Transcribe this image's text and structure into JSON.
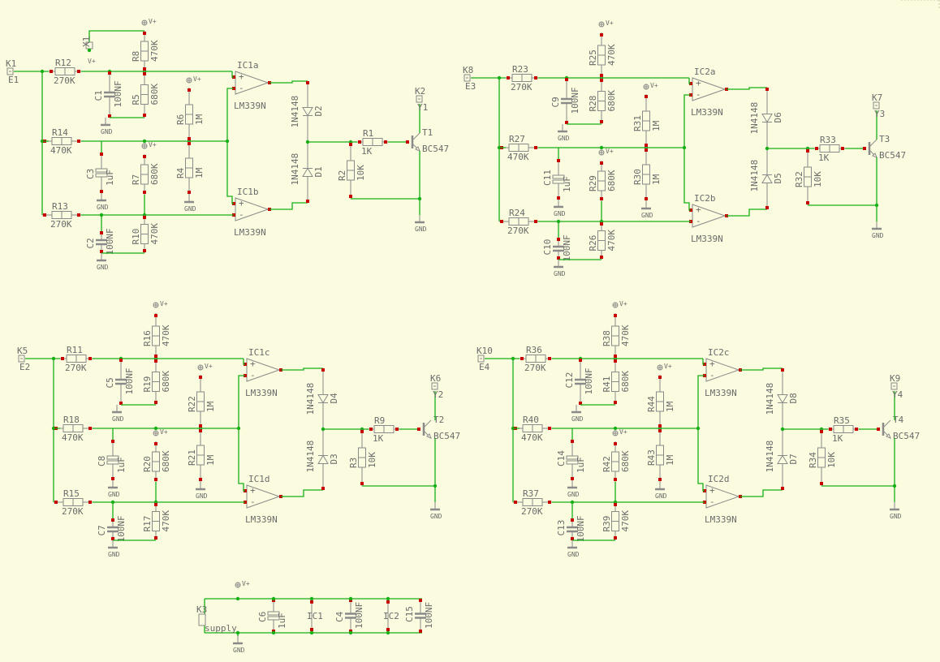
{
  "blocks": [
    {
      "id": "a",
      "input_connector": "K1",
      "input_net": "E1",
      "output_connector": "K2",
      "output_net": "Y1",
      "r_in_top": {
        "ref": "R12",
        "value": "270K"
      },
      "r_in_mid": {
        "ref": "R14",
        "value": "470K"
      },
      "r_in_bot": {
        "ref": "R13",
        "value": "270K"
      },
      "c_top": {
        "ref": "C1",
        "value": "100NF"
      },
      "c_mid": {
        "ref": "C3",
        "value": "1uF"
      },
      "c_bot": {
        "ref": "C2",
        "value": "100NF"
      },
      "r_div_top_hi": {
        "ref": "R8",
        "value": "470K"
      },
      "r_div_top_lo": {
        "ref": "R5",
        "value": "680K"
      },
      "r_div_mid_a": {
        "ref": "R6",
        "value": "1M"
      },
      "r_div_mid_b": {
        "ref": "R4",
        "value": "1M"
      },
      "r_div_bot_hi": {
        "ref": "R7",
        "value": "680K"
      },
      "r_div_bot_lo": {
        "ref": "R10",
        "value": "470K"
      },
      "comp_top": {
        "ref": "IC1a",
        "part": "LM339N"
      },
      "comp_bot": {
        "ref": "IC1b",
        "part": "LM339N"
      },
      "diode_top": {
        "ref": "D2",
        "part": "1N4148"
      },
      "diode_bot": {
        "ref": "D1",
        "part": "1N4148"
      },
      "r_base": {
        "ref": "R1",
        "value": "1K"
      },
      "r_pull": {
        "ref": "R2",
        "value": "10K"
      },
      "transistor": {
        "ref": "T1",
        "part": "BC547"
      },
      "vcc_connector": "X1"
    },
    {
      "id": "b",
      "input_connector": "K8",
      "input_net": "E3",
      "output_connector": "K7",
      "output_net": "Y3",
      "r_in_top": {
        "ref": "R23",
        "value": "270K"
      },
      "r_in_mid": {
        "ref": "R27",
        "value": "470K"
      },
      "r_in_bot": {
        "ref": "R24",
        "value": "270K"
      },
      "c_top": {
        "ref": "C9",
        "value": "100NF"
      },
      "c_mid": {
        "ref": "C11",
        "value": "1uF"
      },
      "c_bot": {
        "ref": "C10",
        "value": "100NF"
      },
      "r_div_top_hi": {
        "ref": "R25",
        "value": "470K"
      },
      "r_div_top_lo": {
        "ref": "R28",
        "value": "680K"
      },
      "r_div_mid_a": {
        "ref": "R31",
        "value": "1M"
      },
      "r_div_mid_b": {
        "ref": "R30",
        "value": "1M"
      },
      "r_div_bot_hi": {
        "ref": "R29",
        "value": "680K"
      },
      "r_div_bot_lo": {
        "ref": "R26",
        "value": "470K"
      },
      "comp_top": {
        "ref": "IC2a",
        "part": "LM339N"
      },
      "comp_bot": {
        "ref": "IC2b",
        "part": "LM339N"
      },
      "diode_top": {
        "ref": "D6",
        "part": "1N4148"
      },
      "diode_bot": {
        "ref": "D5",
        "part": "1N4148"
      },
      "r_base": {
        "ref": "R33",
        "value": "1K"
      },
      "r_pull": {
        "ref": "R32",
        "value": "10K"
      },
      "transistor": {
        "ref": "T3",
        "part": "BC547"
      },
      "vcc_connector": ""
    },
    {
      "id": "c",
      "input_connector": "K5",
      "input_net": "E2",
      "output_connector": "K6",
      "output_net": "Y2",
      "r_in_top": {
        "ref": "R11",
        "value": "270K"
      },
      "r_in_mid": {
        "ref": "R18",
        "value": "470K"
      },
      "r_in_bot": {
        "ref": "R15",
        "value": "270K"
      },
      "c_top": {
        "ref": "C5",
        "value": "100NF"
      },
      "c_mid": {
        "ref": "C8",
        "value": "1uF"
      },
      "c_bot": {
        "ref": "C7",
        "value": "100NF"
      },
      "r_div_top_hi": {
        "ref": "R16",
        "value": "470K"
      },
      "r_div_top_lo": {
        "ref": "R19",
        "value": "680K"
      },
      "r_div_mid_a": {
        "ref": "R22",
        "value": "1M"
      },
      "r_div_mid_b": {
        "ref": "R21",
        "value": "1M"
      },
      "r_div_bot_hi": {
        "ref": "R20",
        "value": "680K"
      },
      "r_div_bot_lo": {
        "ref": "R17",
        "value": "470K"
      },
      "comp_top": {
        "ref": "IC1c",
        "part": "LM339N"
      },
      "comp_bot": {
        "ref": "IC1d",
        "part": "LM339N"
      },
      "diode_top": {
        "ref": "D4",
        "part": "1N4148"
      },
      "diode_bot": {
        "ref": "D3",
        "part": "1N4148"
      },
      "r_base": {
        "ref": "R9",
        "value": "1K"
      },
      "r_pull": {
        "ref": "R3",
        "value": "10K"
      },
      "transistor": {
        "ref": "T2",
        "part": "BC547"
      },
      "vcc_connector": ""
    },
    {
      "id": "d",
      "input_connector": "K10",
      "input_net": "E4",
      "output_connector": "K9",
      "output_net": "Y4",
      "r_in_top": {
        "ref": "R36",
        "value": "270K"
      },
      "r_in_mid": {
        "ref": "R40",
        "value": "470K"
      },
      "r_in_bot": {
        "ref": "R37",
        "value": "270K"
      },
      "c_top": {
        "ref": "C12",
        "value": "100NF"
      },
      "c_mid": {
        "ref": "C14",
        "value": "1uF"
      },
      "c_bot": {
        "ref": "C13",
        "value": "100NF"
      },
      "r_div_top_hi": {
        "ref": "R38",
        "value": "470K"
      },
      "r_div_top_lo": {
        "ref": "R41",
        "value": "680K"
      },
      "r_div_mid_a": {
        "ref": "R44",
        "value": "1M"
      },
      "r_div_mid_b": {
        "ref": "R43",
        "value": "1M"
      },
      "r_div_bot_hi": {
        "ref": "R42",
        "value": "680K"
      },
      "r_div_bot_lo": {
        "ref": "R39",
        "value": "470K"
      },
      "comp_top": {
        "ref": "IC2c",
        "part": "LM339N"
      },
      "comp_bot": {
        "ref": "IC2d",
        "part": "LM339N"
      },
      "diode_top": {
        "ref": "D8",
        "part": "1N4148"
      },
      "diode_bot": {
        "ref": "D7",
        "part": "1N4148"
      },
      "r_base": {
        "ref": "R35",
        "value": "1K"
      },
      "r_pull": {
        "ref": "R34",
        "value": "10K"
      },
      "transistor": {
        "ref": "T4",
        "part": "BC547"
      },
      "vcc_connector": ""
    }
  ],
  "supply": {
    "connector": "K3",
    "label": "supply",
    "c_bulk": {
      "ref": "C6",
      "value": "1uF"
    },
    "c_a": {
      "ref": "C4",
      "value": "100NF"
    },
    "c_b": {
      "ref": "C15",
      "value": "100NF"
    },
    "ic_a": "IC1",
    "ic_b": "IC2"
  },
  "labels": {
    "vcc": "V+",
    "gnd": "GND",
    "plus": "+",
    "minus": "-"
  },
  "colors": {
    "background": "#fbfbdf",
    "wire": "#16b016",
    "body": "#8a8a8a",
    "pin": "#c80000",
    "text": "#6b6b6b"
  }
}
